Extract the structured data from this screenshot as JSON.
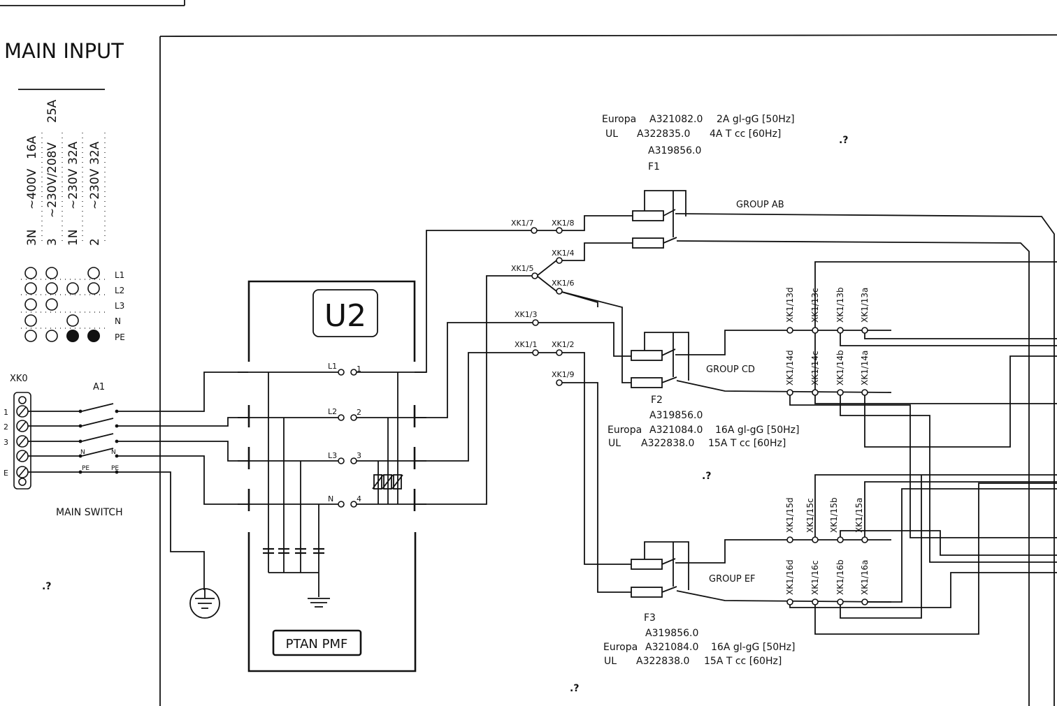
{
  "sheet": {
    "title": "MAIN INPUT",
    "markers": [
      ".?",
      ".?",
      ".?",
      ".?"
    ]
  },
  "supply_table": {
    "columns": [
      {
        "phases": "3N",
        "voltage": "~400V",
        "current": "16A"
      },
      {
        "phases": "3",
        "voltage": "~230V/208V",
        "current": "25A"
      },
      {
        "phases": "1N",
        "voltage": "~230V",
        "current": "32A"
      },
      {
        "phases": "2",
        "voltage": "~230V",
        "current": "32A"
      }
    ],
    "row_labels": [
      "L1",
      "L2",
      "L3",
      "N",
      "PE"
    ]
  },
  "main_terminal": {
    "name": "XK0",
    "terminals": [
      "1",
      "2",
      "3",
      "",
      "E"
    ]
  },
  "main_switch": {
    "ref": "A1",
    "label": "MAIN SWITCH",
    "contact_labels": [
      "N",
      "PE",
      "N",
      "PE"
    ]
  },
  "filter": {
    "ref": "U2",
    "label": "PTAN PMF",
    "in_labels": [
      "L1",
      "L2",
      "L3",
      "N"
    ],
    "out_labels": [
      "1",
      "2",
      "3",
      "4"
    ]
  },
  "connector_points": [
    "XK1/7",
    "XK1/8",
    "XK1/4",
    "XK1/5",
    "XK1/6",
    "XK1/3",
    "XK1/1",
    "XK1/2",
    "XK1/9"
  ],
  "fuses": [
    {
      "ref": "F1",
      "part": "A319856.0",
      "europa_label": "Europa",
      "europa_part": "A321082.0",
      "europa_rating": "2A gl-gG [50Hz]",
      "ul_label": "UL",
      "ul_part": "A322835.0",
      "ul_rating": "4A T cc [60Hz]",
      "group": "GROUP AB"
    },
    {
      "ref": "F2",
      "part": "A319856.0",
      "europa_label": "Europa",
      "europa_part": "A321084.0",
      "europa_rating": "16A gl-gG [50Hz]",
      "ul_label": "UL",
      "ul_part": "A322838.0",
      "ul_rating": "15A T cc [60Hz]",
      "group": "GROUP CD"
    },
    {
      "ref": "F3",
      "part": "A319856.0",
      "europa_label": "Europa",
      "europa_part": "A321084.0",
      "europa_rating": "16A gl-gG [50Hz]",
      "ul_label": "UL",
      "ul_part": "A322838.0",
      "ul_rating": "15A T cc [60Hz]",
      "group": "GROUP EF"
    }
  ],
  "output_terminals": {
    "row_13": [
      "XK1/13d",
      "XK1/13c",
      "XK1/13b",
      "XK1/13a"
    ],
    "row_14": [
      "XK1/14d",
      "XK1/14c",
      "XK1/14b",
      "XK1/14a"
    ],
    "row_15": [
      "XK1/15d",
      "XK1/15c",
      "XK1/15b",
      "XK1/15a"
    ],
    "row_16": [
      "XK1/16d",
      "XK1/16c",
      "XK1/16b",
      "XK1/16a"
    ]
  }
}
